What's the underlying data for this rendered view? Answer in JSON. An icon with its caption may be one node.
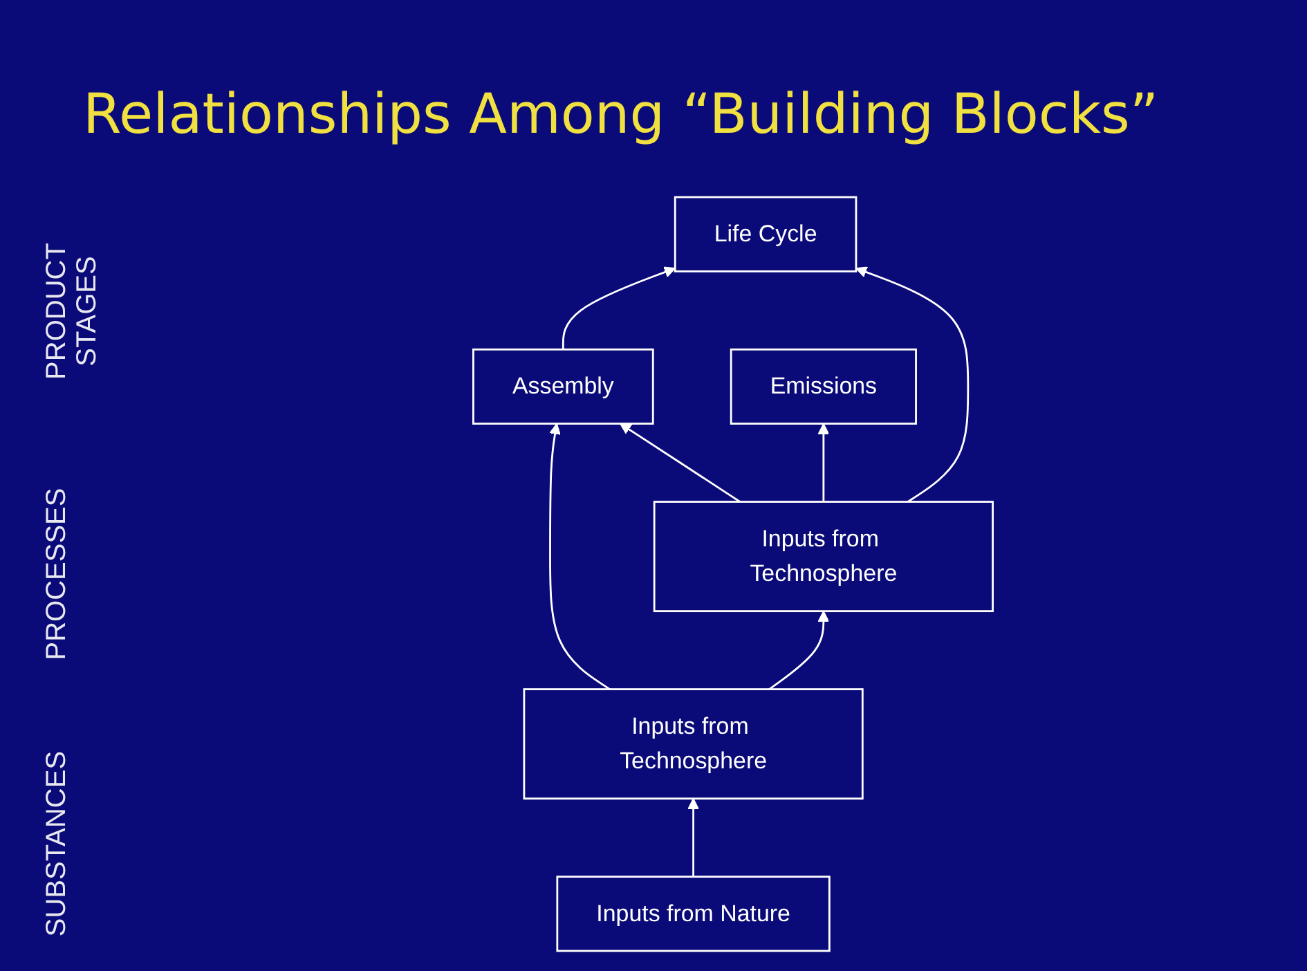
{
  "diagram": {
    "title": "Relationships Among “Building Blocks”",
    "nodes": [
      {
        "text": [
          "Life Cycle"
        ]
      },
      {
        "text": [
          "Assembly"
        ]
      },
      {
        "text": [
          "Inputs from Technosphere"
        ]
      },
      {
        "text": [
          "Inputs from Technosphere"
        ]
      },
      {
        "text": [
          "Inputs from Nature"
        ]
      },
      {
        "text": [
          "Emissions"
        ]
      }
    ],
    "edges": [
      {
        "from": 1,
        "to": 0,
        "arrow": "to"
      },
      {
        "from": 2,
        "to": 1,
        "arrow": "to"
      },
      {
        "from": 3,
        "to": 1,
        "arrow": "to"
      },
      {
        "from": 2,
        "to": 3,
        "arrow": "to"
      },
      {
        "from": 3,
        "to": 0,
        "arrow": "to"
      },
      {
        "from": 4,
        "to": 2,
        "arrow": "to"
      },
      {
        "from": 3,
        "to": 5,
        "arrow": "to"
      }
    ],
    "labels": [
      "PRODUCT STAGES",
      "PROCESSES",
      "SUBSTANCES"
    ]
  }
}
